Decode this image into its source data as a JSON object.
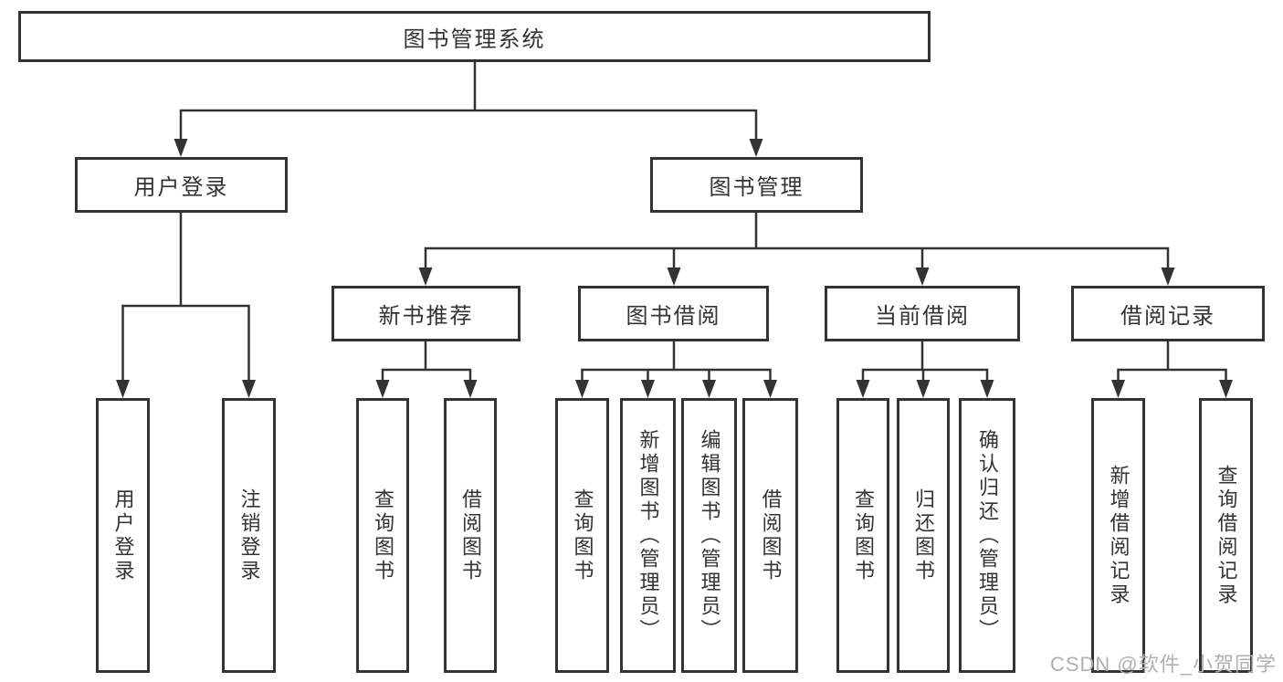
{
  "diagram": {
    "type": "tree",
    "title": "图书管理系统",
    "hierarchy": {
      "图书管理系统": [
        "用户登录",
        "图书管理"
      ],
      "用户登录": [
        "用户登录",
        "注销登录"
      ],
      "图书管理": [
        "新书推荐",
        "图书借阅",
        "当前借阅",
        "借阅记录"
      ],
      "新书推荐": [
        "查询图书",
        "借阅图书"
      ],
      "图书借阅": [
        "查询图书",
        "新增图书（管理员）",
        "编辑图书（管理员）",
        "借阅图书"
      ],
      "当前借阅": [
        "查询图书",
        "归还图书",
        "确认归还（管理员）"
      ],
      "借阅记录": [
        "新增借阅记录",
        "查询借阅记录"
      ]
    }
  },
  "nodes": {
    "root": "图书管理系统",
    "user_login": "用户登录",
    "book_mgmt": "图书管理",
    "new_book_rec": "新书推荐",
    "book_borrow": "图书借阅",
    "current_borrow": "当前借阅",
    "borrow_record": "借阅记录",
    "leaf_user_login": "用户登录",
    "leaf_logout": "注销登录",
    "leaf_query_book_1": "查询图书",
    "leaf_borrow_book_1": "借阅图书",
    "leaf_query_book_2": "查询图书",
    "leaf_add_book": "新增图书（管理员）",
    "leaf_edit_book": "编辑图书（管理员）",
    "leaf_borrow_book_2": "借阅图书",
    "leaf_query_book_3": "查询图书",
    "leaf_return_book": "归还图书",
    "leaf_confirm_return": "确认归还（管理员）",
    "leaf_add_record": "新增借阅记录",
    "leaf_query_record": "查询借阅记录"
  },
  "watermark": "CSDN @软件_小贺同学",
  "colors": {
    "line": "#333333",
    "text": "#333333",
    "box_background": "#ffffff",
    "watermark": "#b0b0b0"
  }
}
